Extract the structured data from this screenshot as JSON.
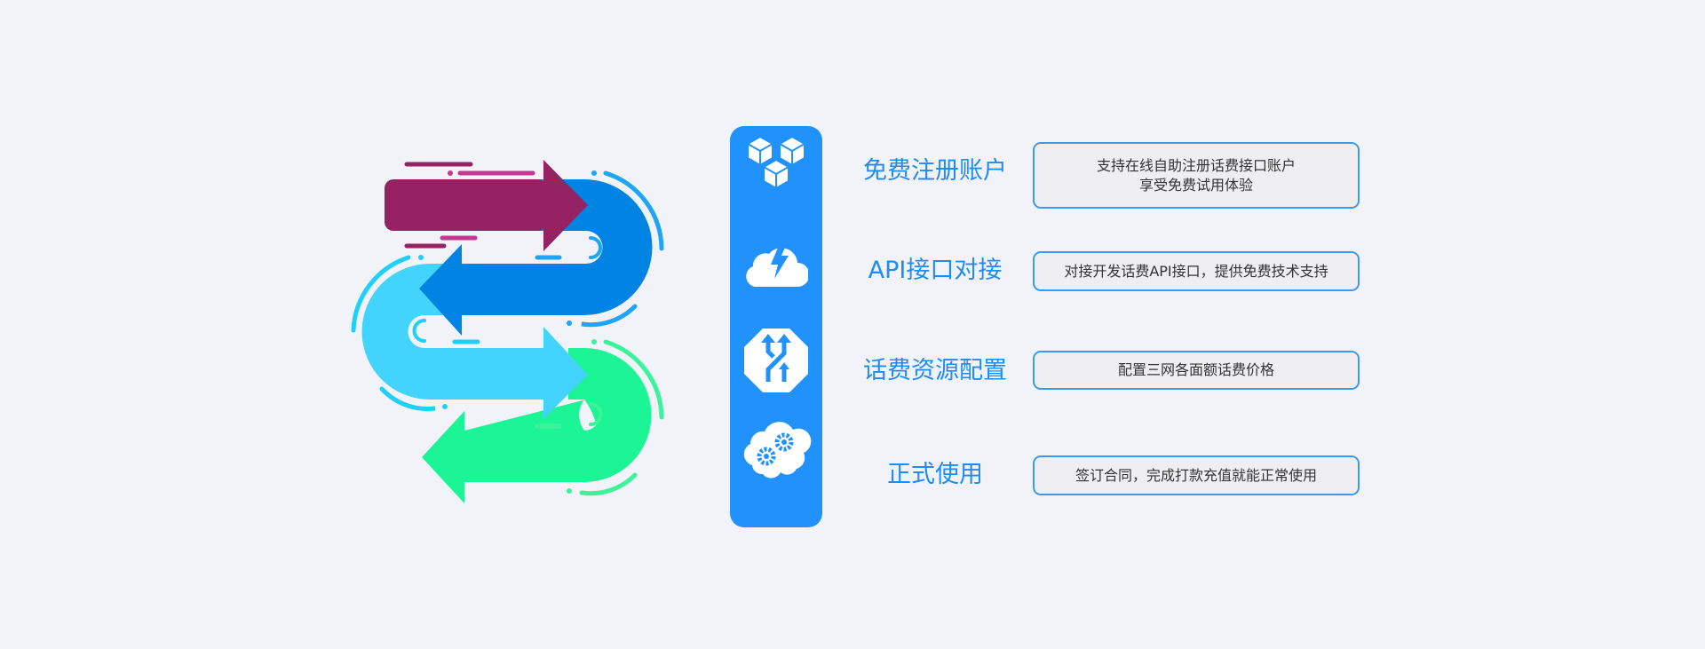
{
  "steps": [
    {
      "title": "免费注册账户",
      "desc_lines": [
        "支持在线自助注册话费接口账户",
        "享受免费试用体验"
      ],
      "icon": "cubes-icon"
    },
    {
      "title": "API接口对接",
      "desc_lines": [
        "对接开发话费API接口，提供免费技术支持"
      ],
      "icon": "cloud-lightning-icon"
    },
    {
      "title": "话费资源配置",
      "desc_lines": [
        "配置三网各面额话费价格"
      ],
      "icon": "merge-arrows-octagon-icon"
    },
    {
      "title": "正式使用",
      "desc_lines": [
        "签订合同，完成打款充值就能正常使用"
      ],
      "icon": "cloud-gears-icon"
    }
  ],
  "colors": {
    "background": "#f1f3f8",
    "purple": "#952262",
    "blue": "#0084e3",
    "cyan": "#42d4fd",
    "green": "#1cf595",
    "panel": "#2192fc",
    "title": "#1e8cf2",
    "box_border": "#3a9af0"
  }
}
